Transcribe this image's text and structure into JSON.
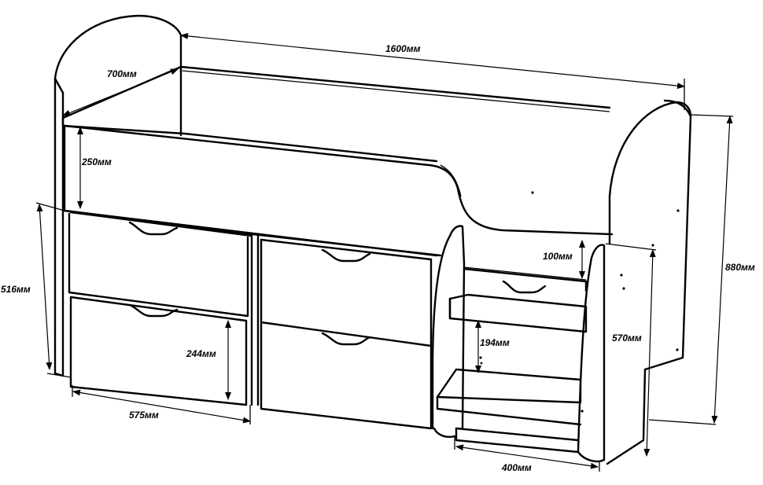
{
  "dimensions": {
    "length": "1600мм",
    "depth": "700мм",
    "guard_height": "250мм",
    "total_height": "880мм",
    "front_height": "516мм",
    "step_gap": "100мм",
    "ladder_height": "570мм",
    "step_height": "194мм",
    "drawer_height": "244мм",
    "drawer_width": "575мм",
    "ladder_width": "400мм"
  },
  "colors": {
    "line": "#000000",
    "background": "#ffffff"
  }
}
